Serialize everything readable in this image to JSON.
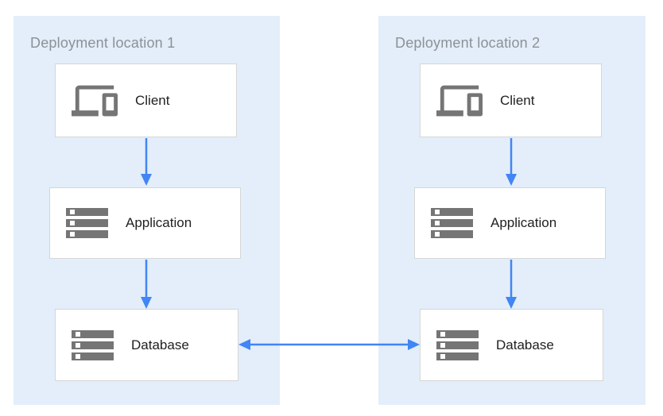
{
  "diagram": {
    "panels": [
      {
        "title": "Deployment location 1",
        "nodes": [
          {
            "label": "Client",
            "icon": "devices-icon"
          },
          {
            "label": "Application",
            "icon": "server-stack-icon"
          },
          {
            "label": "Database",
            "icon": "database-stack-icon"
          }
        ]
      },
      {
        "title": "Deployment location 2",
        "nodes": [
          {
            "label": "Client",
            "icon": "devices-icon"
          },
          {
            "label": "Application",
            "icon": "server-stack-icon"
          },
          {
            "label": "Database",
            "icon": "database-stack-icon"
          }
        ]
      }
    ],
    "arrows": [
      {
        "from": "client-1",
        "to": "application-1",
        "direction": "down"
      },
      {
        "from": "application-1",
        "to": "database-1",
        "direction": "down"
      },
      {
        "from": "client-2",
        "to": "application-2",
        "direction": "down"
      },
      {
        "from": "application-2",
        "to": "database-2",
        "direction": "down"
      },
      {
        "from": "database-1",
        "to": "database-2",
        "direction": "bidirectional"
      }
    ],
    "colors": {
      "panel_background": "#E3EEFA",
      "box_border": "#D6D6D6",
      "arrow": "#4285F4",
      "icon": "#757575",
      "title_text": "#8C9196",
      "label_text": "#212121"
    }
  }
}
